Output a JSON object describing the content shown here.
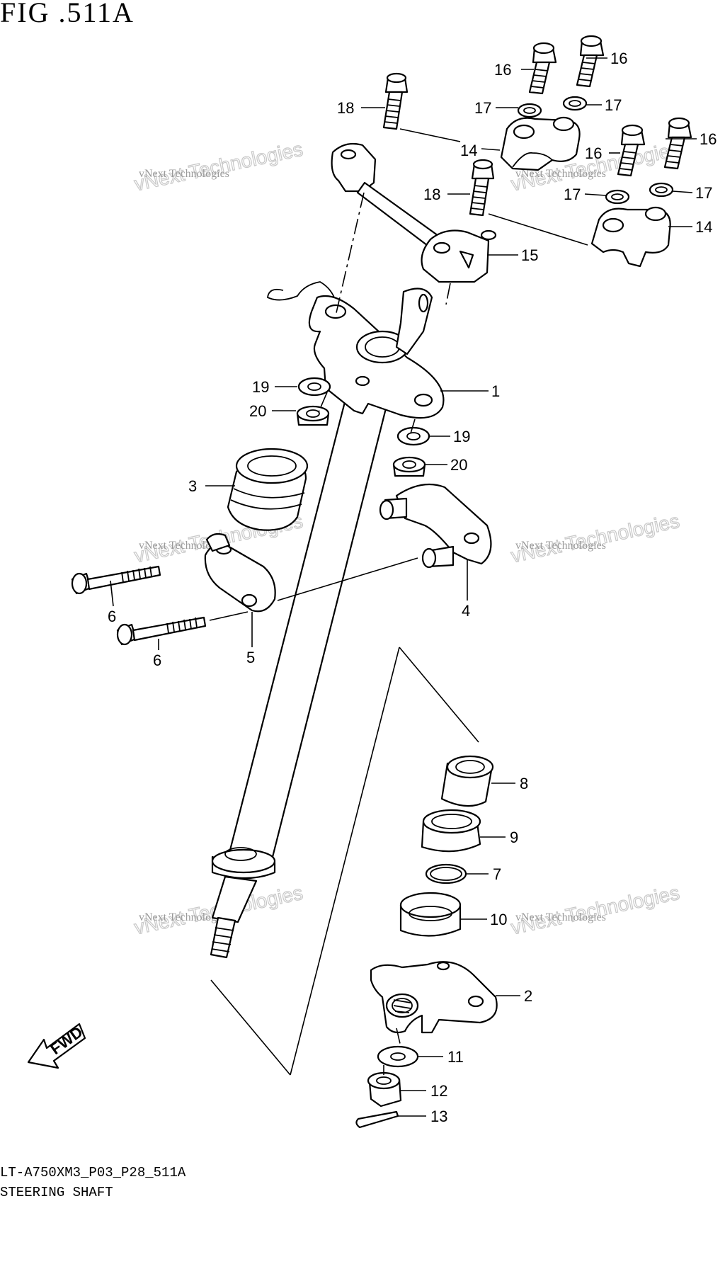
{
  "figure": {
    "title": "FIG .511A",
    "model_code": "LT-A750XM3_P03_P28_511A",
    "group_name": "STEERING SHAFT"
  },
  "fwd_badge": "FWD",
  "watermark": {
    "line1": "vNext Technologies",
    "line2": "vNext Technologies"
  },
  "callouts": {
    "c1": "1",
    "c2": "2",
    "c3": "3",
    "c4": "4",
    "c5": "5",
    "c6a": "6",
    "c6b": "6",
    "c7": "7",
    "c8": "8",
    "c9": "9",
    "c10": "10",
    "c11": "11",
    "c12": "12",
    "c13": "13",
    "c14a": "14",
    "c14b": "14",
    "c15": "15",
    "c16a": "16",
    "c16b": "16",
    "c16c": "16",
    "c16d": "16",
    "c17a": "17",
    "c17b": "17",
    "c17c": "17",
    "c17d": "17",
    "c18a": "18",
    "c18b": "18",
    "c19a": "19",
    "c19b": "19",
    "c20a": "20",
    "c20b": "20"
  }
}
